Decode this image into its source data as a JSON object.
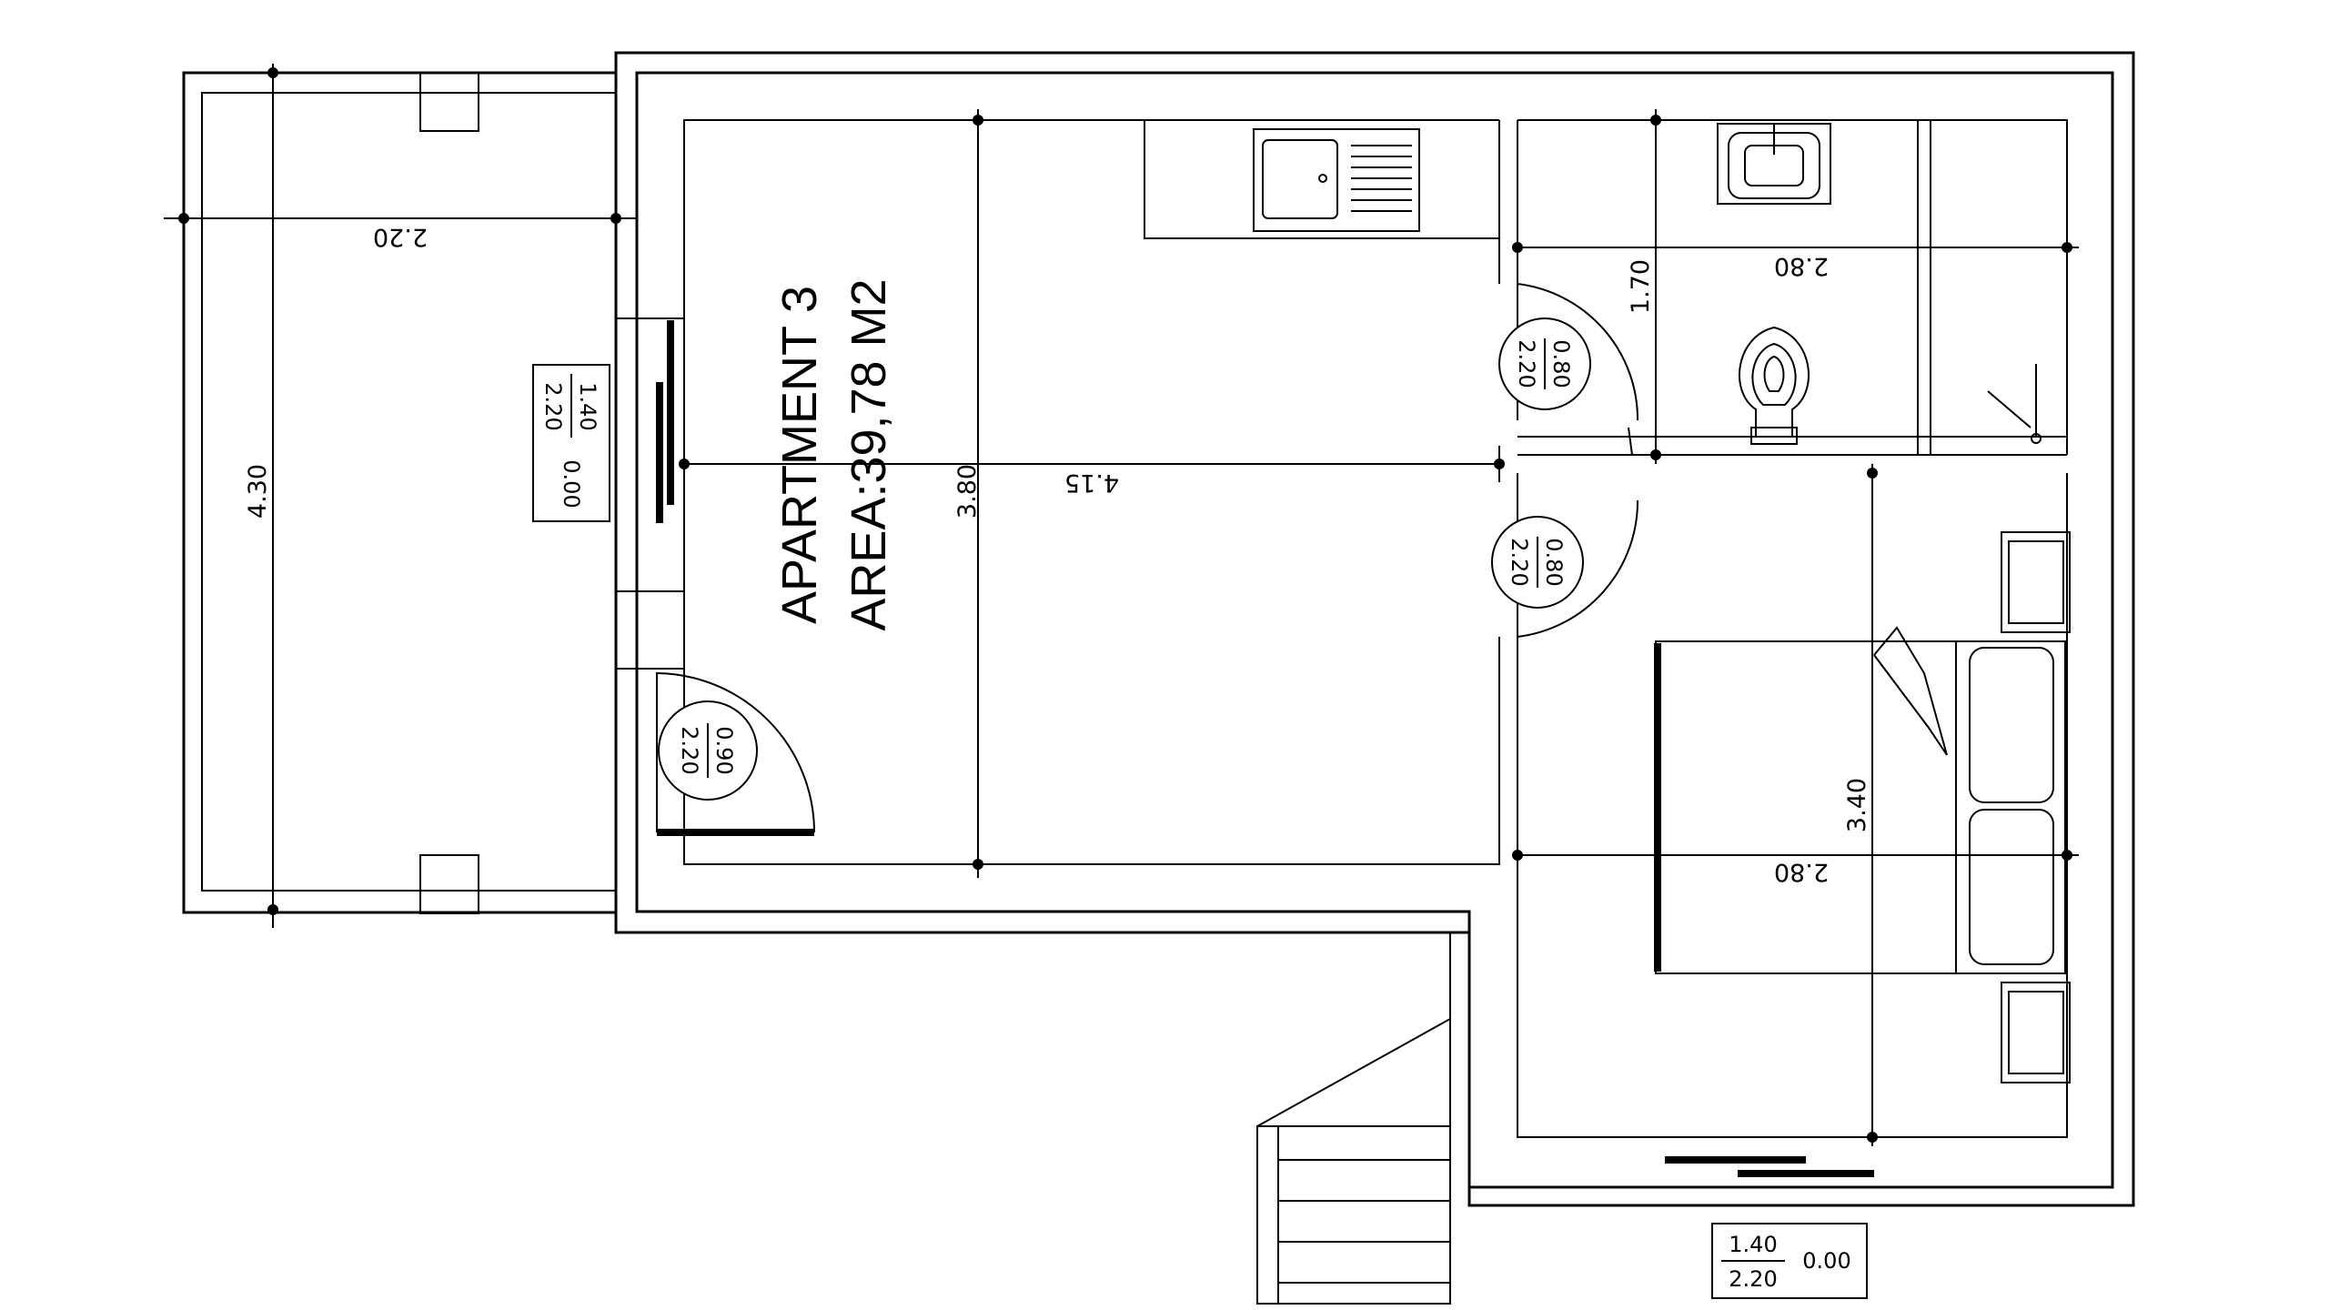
{
  "apartment": {
    "name": "APARTMENT 3",
    "area": "AREA:39,78 M2"
  },
  "dimensions": {
    "balcony_width": "2.20",
    "balcony_length": "4.30",
    "living_width": "3.80",
    "living_length": "4.15",
    "bath_length": "2.80",
    "bath_width": "1.70",
    "bed_width": "3.40",
    "bed_length": "2.80"
  },
  "doors": {
    "entrance": {
      "width": "0.90",
      "height": "2.20"
    },
    "bath": {
      "width": "0.80",
      "height": "2.20"
    },
    "bedroom": {
      "width": "0.80",
      "height": "2.20"
    }
  },
  "windows": {
    "balcony": {
      "width": "1.40",
      "height": "2.20",
      "sill": "0.00"
    },
    "bedroom": {
      "width": "1.40",
      "height": "2.20",
      "sill": "0.00"
    }
  }
}
